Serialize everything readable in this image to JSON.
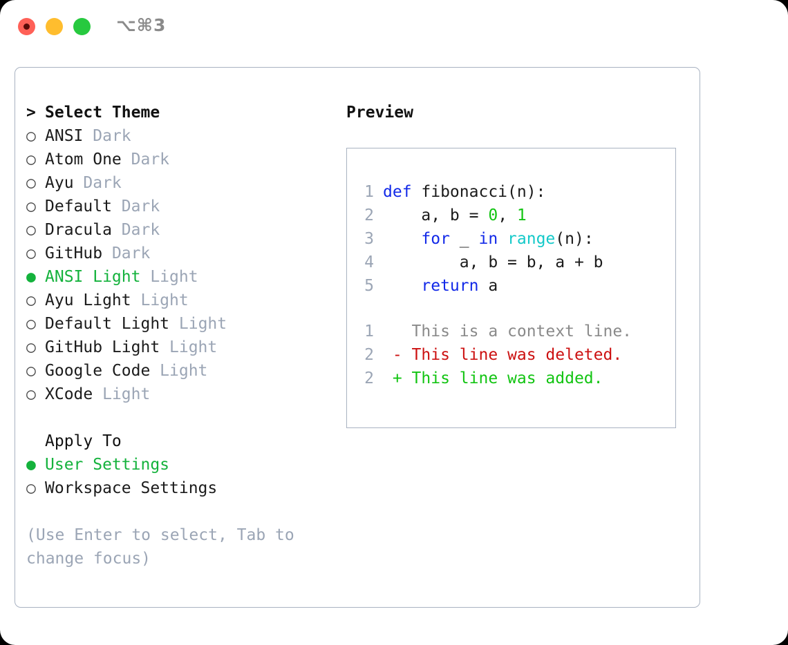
{
  "window": {
    "title": "⌥⌘3",
    "traffic_lights": [
      "close",
      "minimize",
      "maximize"
    ]
  },
  "theme_section": {
    "caret": ">",
    "header": "Select Theme",
    "focused": true,
    "bullet_unselected": "○",
    "bullet_selected": "●",
    "items": [
      {
        "name": "ANSI",
        "variant": "Dark",
        "selected": false
      },
      {
        "name": "Atom One",
        "variant": "Dark",
        "selected": false
      },
      {
        "name": "Ayu",
        "variant": "Dark",
        "selected": false
      },
      {
        "name": "Default",
        "variant": "Dark",
        "selected": false
      },
      {
        "name": "Dracula",
        "variant": "Dark",
        "selected": false
      },
      {
        "name": "GitHub",
        "variant": "Dark",
        "selected": false
      },
      {
        "name": "ANSI Light",
        "variant": "Light",
        "selected": true
      },
      {
        "name": "Ayu Light",
        "variant": "Light",
        "selected": false
      },
      {
        "name": "Default Light",
        "variant": "Light",
        "selected": false
      },
      {
        "name": "GitHub Light",
        "variant": "Light",
        "selected": false
      },
      {
        "name": "Google Code",
        "variant": "Light",
        "selected": false
      },
      {
        "name": "XCode",
        "variant": "Light",
        "selected": false
      }
    ]
  },
  "apply_section": {
    "caret": " ",
    "header": "Apply To",
    "focused": false,
    "items": [
      {
        "name": "User Settings",
        "selected": true
      },
      {
        "name": "Workspace Settings",
        "selected": false
      }
    ]
  },
  "hint": "(Use Enter to select, Tab to change focus)",
  "preview": {
    "title": "Preview",
    "code_lines": [
      {
        "no": "1",
        "tokens": [
          {
            "t": "def",
            "c": "kw"
          },
          {
            "t": " fibonacci(n):",
            "c": "txt"
          }
        ]
      },
      {
        "no": "2",
        "tokens": [
          {
            "t": "    a, b = ",
            "c": "txt"
          },
          {
            "t": "0",
            "c": "num"
          },
          {
            "t": ", ",
            "c": "txt"
          },
          {
            "t": "1",
            "c": "num"
          }
        ]
      },
      {
        "no": "3",
        "tokens": [
          {
            "t": "    ",
            "c": "txt"
          },
          {
            "t": "for",
            "c": "kw"
          },
          {
            "t": " _ ",
            "c": "txt"
          },
          {
            "t": "in",
            "c": "kw"
          },
          {
            "t": " ",
            "c": "txt"
          },
          {
            "t": "range",
            "c": "fn"
          },
          {
            "t": "(n):",
            "c": "txt"
          }
        ]
      },
      {
        "no": "4",
        "tokens": [
          {
            "t": "        a, b = b, a + b",
            "c": "txt"
          }
        ]
      },
      {
        "no": "5",
        "tokens": [
          {
            "t": "    ",
            "c": "txt"
          },
          {
            "t": "return",
            "c": "kw"
          },
          {
            "t": " a",
            "c": "txt"
          }
        ]
      }
    ],
    "diff_lines": [
      {
        "no": "1",
        "marker": " ",
        "text": "This is a context line.",
        "kind": "ctx"
      },
      {
        "no": "2",
        "marker": "-",
        "text": "This line was deleted.",
        "kind": "del"
      },
      {
        "no": "2",
        "marker": "+",
        "text": "This line was added.",
        "kind": "add"
      }
    ]
  },
  "colors": {
    "accent_green": "#14b23c",
    "muted_gray": "#9ba5b5",
    "border": "#a8b2c1",
    "keyword_blue": "#1229e8",
    "number_green": "#12c412",
    "builtin_cyan": "#14c9c9",
    "diff_red": "#cc1111",
    "diff_green": "#12c412",
    "text": "#1b1b1b"
  }
}
